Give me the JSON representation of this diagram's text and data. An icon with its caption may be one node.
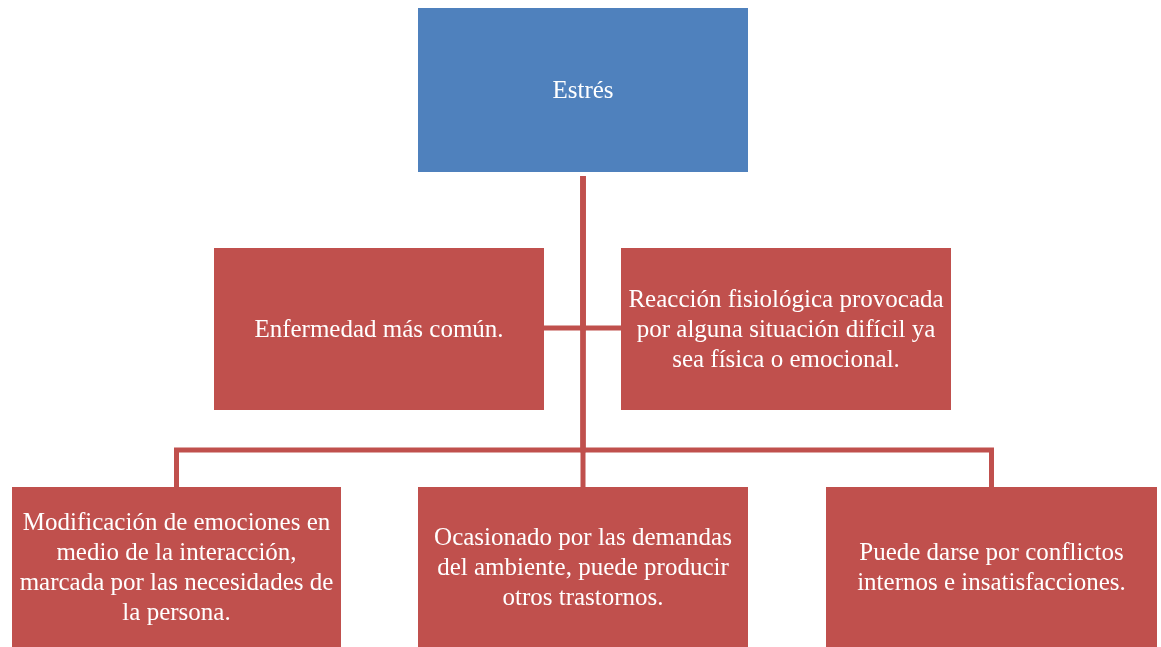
{
  "diagram": {
    "nodes": [
      {
        "text": [
          "Estrés"
        ]
      },
      {
        "text": [
          "Enfermedad más común."
        ]
      },
      {
        "text": [
          "Reacción fisiológica provocada por alguna situación difícil ya sea física o emocional."
        ]
      },
      {
        "text": [
          "Modificación de emociones en medio de la interacción, marcada por las necesidades de la persona."
        ]
      },
      {
        "text": [
          "Ocasionado por las demandas del ambiente, puede producir otros trastornos."
        ]
      },
      {
        "text": [
          "Puede darse por conflictos internos e insatisfacciones."
        ]
      }
    ],
    "edges": [
      {
        "from": 0,
        "to": 1,
        "arrow": "none"
      },
      {
        "from": 0,
        "to": 2,
        "arrow": "none"
      },
      {
        "from": 0,
        "to": 3,
        "arrow": "none"
      },
      {
        "from": 0,
        "to": 4,
        "arrow": "none"
      },
      {
        "from": 0,
        "to": 5,
        "arrow": "none"
      }
    ]
  }
}
